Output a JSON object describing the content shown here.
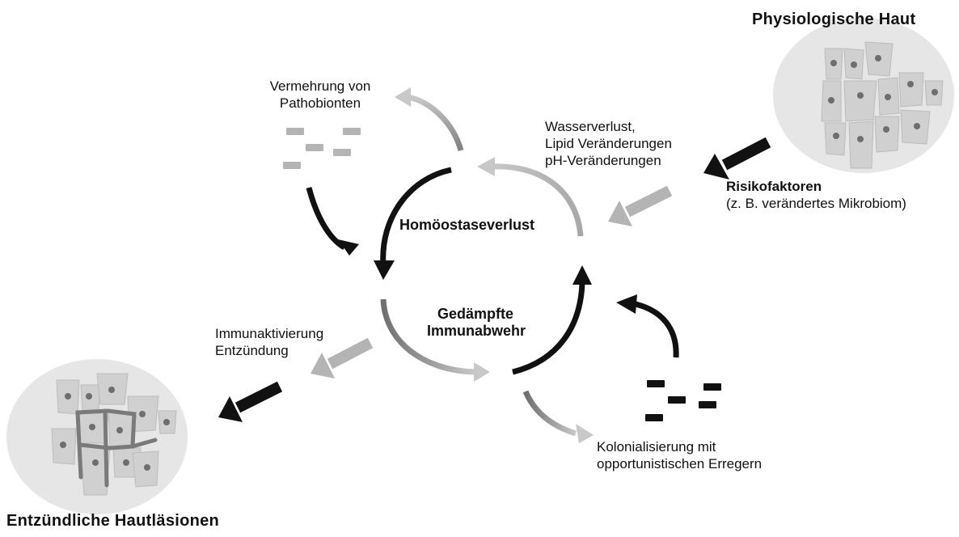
{
  "labels": {
    "physiologische_haut": "Physiologische Haut",
    "entzuendliche_hautlaesionen": "Entzündliche Hautläsionen",
    "homoeostaseverlust": "Homöostaseverlust",
    "gedaempfte_line1": "Gedämpfte",
    "gedaempfte_line2": "Immunabwehr",
    "vermehrung_line1": "Vermehrung von",
    "vermehrung_line2": "Pathobionten",
    "wasser_line1": "Wasserverlust,",
    "wasser_line2": "Lipid Veränderungen",
    "wasser_line3": "pH-Veränderungen",
    "risiko_line1": "Risikofaktoren",
    "risiko_line2": "(z. B. verändertes Mikrobiom)",
    "immun_line1": "Immunaktivierung",
    "immun_line2": "Entzündung",
    "kolon_line1": "Kolonialisierung mit",
    "kolon_line2": "opportunistischen Erregern"
  },
  "colors": {
    "black_arrow": "#111111",
    "grey_arrow": "#b0b0b0",
    "skin_background": "#e6e6e6",
    "cell_fill": "#d0d0d0",
    "nucleus": "#6e6e6e",
    "pathobiont": "#b4b4b4",
    "pathogen": "#111111"
  }
}
